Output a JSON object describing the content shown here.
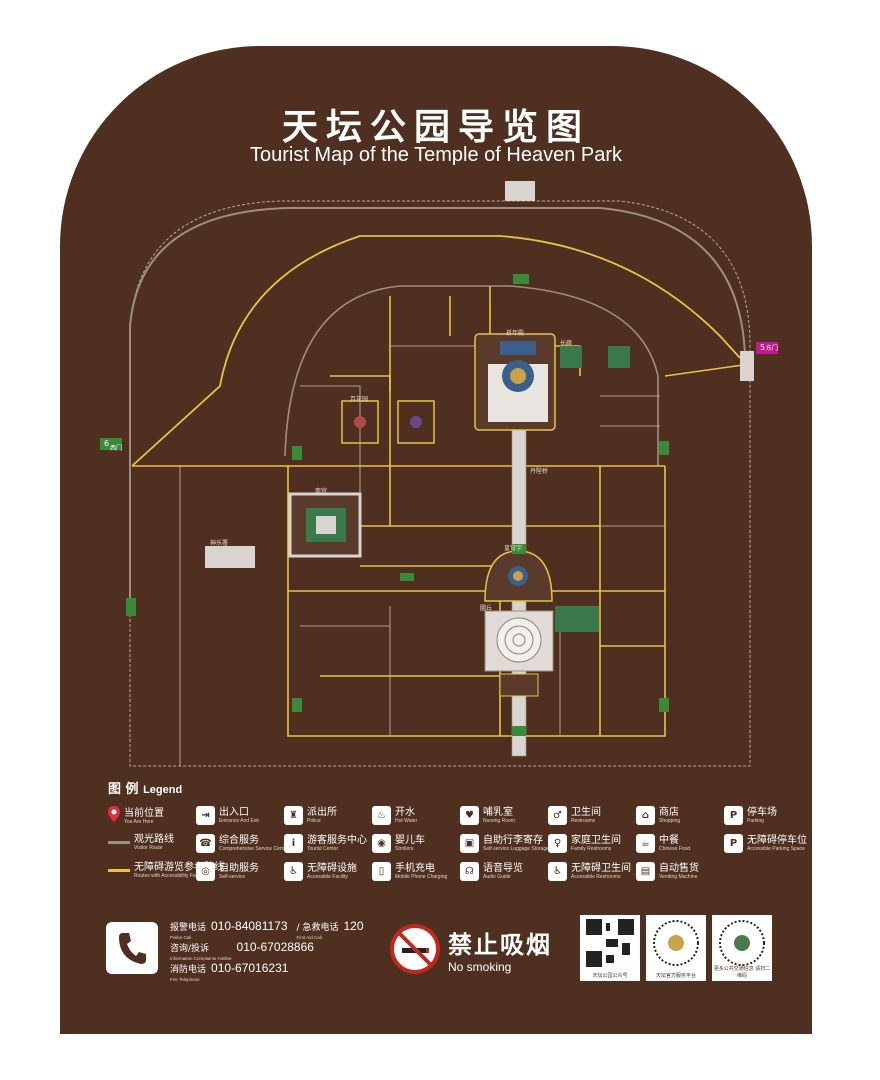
{
  "title_zh": "天坛公园导览图",
  "title_en": "Tourist Map of the Temple of Heaven Park",
  "map": {
    "gate_east_num": "5",
    "gate_west_num": "6",
    "gate_east_label": "东门",
    "gate_west_label": "西门",
    "area_labels": {
      "qinian": "祈年殿",
      "huangqiongyu": "皇穹宇",
      "yuanqiu": "圜丘",
      "zhaigong": "斋宫",
      "danbi": "丹陛桥",
      "shenyue": "神乐署",
      "changlang": "长廊",
      "baihua": "百花园"
    }
  },
  "legend": {
    "title": "图  例",
    "title_en": "Legend",
    "items": [
      {
        "zh": "当前位置",
        "en": "You Are Here",
        "icon": "location-pin-icon",
        "glyph": "●"
      },
      {
        "zh": "观光路线",
        "en": "Visitor Route",
        "icon": "visitor-route-line",
        "color": "#9a8f85"
      },
      {
        "zh": "无障碍游览参考路线",
        "en": "Routes with Accessibility Facilities",
        "icon": "accessible-route-line",
        "color": "#e6c34a"
      },
      {
        "zh": "出入口",
        "en": "Entrance And Exit",
        "icon": "entrance-exit-icon",
        "glyph": "⇥"
      },
      {
        "zh": "综合服务",
        "en": "Comprehensive Service Center",
        "icon": "service-center-icon",
        "glyph": "☎"
      },
      {
        "zh": "自助服务",
        "en": "Self-service",
        "icon": "self-service-icon",
        "glyph": "◎"
      },
      {
        "zh": "派出所",
        "en": "Police",
        "icon": "police-icon",
        "glyph": "♜"
      },
      {
        "zh": "游客服务中心",
        "en": "Tourist Center",
        "icon": "info-icon",
        "glyph": "i"
      },
      {
        "zh": "无障碍设施",
        "en": "Accessible Facility",
        "icon": "wheelchair-icon",
        "glyph": "♿"
      },
      {
        "zh": "开水",
        "en": "Hot Water",
        "icon": "hot-water-icon",
        "glyph": "♨"
      },
      {
        "zh": "婴儿车",
        "en": "Strollers",
        "icon": "stroller-icon",
        "glyph": "◉"
      },
      {
        "zh": "手机充电",
        "en": "Mobile Phone Charging",
        "icon": "phone-charging-icon",
        "glyph": "▯"
      },
      {
        "zh": "哺乳室",
        "en": "Nursing Room",
        "icon": "nursing-room-icon",
        "glyph": "♥"
      },
      {
        "zh": "自助行李寄存",
        "en": "Self-service Luggage Storage",
        "icon": "luggage-icon",
        "glyph": "▣"
      },
      {
        "zh": "语音导览",
        "en": "Audio Guide",
        "icon": "audio-guide-icon",
        "glyph": "☊"
      },
      {
        "zh": "卫生间",
        "en": "Restrooms",
        "icon": "restroom-icon",
        "glyph": "♂"
      },
      {
        "zh": "家庭卫生间",
        "en": "Family Restrooms",
        "icon": "family-restroom-icon",
        "glyph": "♀"
      },
      {
        "zh": "无障碍卫生间",
        "en": "Accessible Restrooms",
        "icon": "accessible-restroom-icon",
        "glyph": "♿"
      },
      {
        "zh": "商店",
        "en": "Shopping",
        "icon": "shop-icon",
        "glyph": "⌂"
      },
      {
        "zh": "中餐",
        "en": "Chinese Food",
        "icon": "chinese-food-icon",
        "glyph": "☕"
      },
      {
        "zh": "自动售货",
        "en": "Vending Machine",
        "icon": "vending-icon",
        "glyph": "▤"
      },
      {
        "zh": "停车场",
        "en": "Parking",
        "icon": "parking-icon",
        "glyph": "P"
      },
      {
        "zh": "无障碍停车位",
        "en": "Accessible Parking Space",
        "icon": "accessible-parking-icon",
        "glyph": "P"
      }
    ]
  },
  "hotlines": [
    {
      "label": "报警电话",
      "label_en": "Police Call",
      "number": "010-84081173"
    },
    {
      "label": "急救电话",
      "label_en": "First Aid Call",
      "number": "120"
    },
    {
      "label": "咨询/投诉",
      "label_en": "Information Complaints Hotline",
      "number": "010-67028866"
    },
    {
      "label": "消防电话",
      "label_en": "Fire Telephone",
      "number": "010-67016231"
    }
  ],
  "no_smoking": {
    "zh": "禁止吸烟",
    "en": "No smoking"
  },
  "qr_codes": [
    {
      "caption": "天坛公园公众号"
    },
    {
      "caption": "天坛官方服务平台"
    },
    {
      "caption": "更多公共交通信息 请扫二维码"
    }
  ],
  "colors": {
    "board": "#4f2f1f",
    "accessible_route": "#e6c34a",
    "visitor_route": "#9a8f85",
    "gate_green": "#3a8a3a",
    "highlight": "#c21a8a"
  }
}
